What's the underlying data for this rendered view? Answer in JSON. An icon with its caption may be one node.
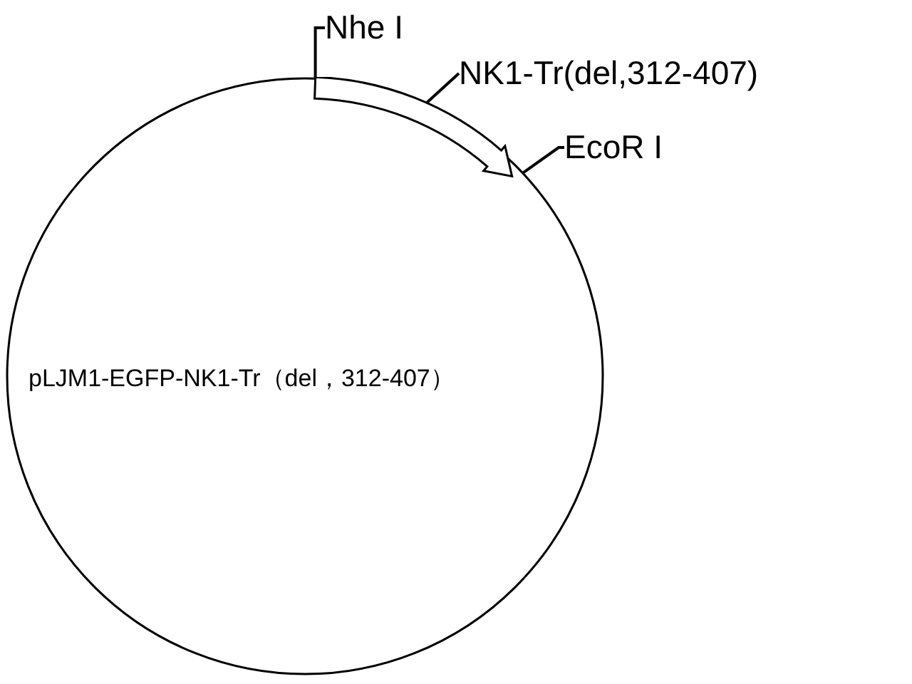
{
  "diagram": {
    "nodes": [
      {
        "text": [
          "pLJM1-EGFP-NK1-Tr（del，312-407）"
        ]
      },
      {
        "text": [
          "Nhe I"
        ]
      },
      {
        "text": [
          "NK1-Tr(del,312-407)"
        ]
      },
      {
        "text": [
          "EcoR I"
        ]
      },
      {
        "text": [],
        "shape": "arrow",
        "in": 0
      }
    ],
    "edges": [
      {
        "from": 1,
        "to": 0,
        "arrow": "none"
      },
      {
        "from": 2,
        "to": 4,
        "arrow": "none"
      },
      {
        "from": 3,
        "to": 0,
        "arrow": "none"
      }
    ]
  }
}
